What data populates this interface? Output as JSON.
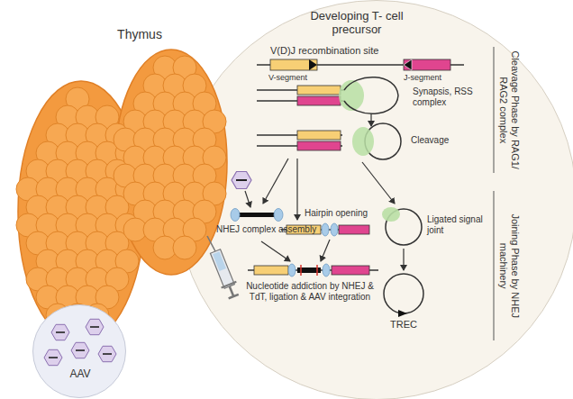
{
  "diagram": {
    "nodes": [
      {
        "text": [
          "AAV"
        ]
      },
      {
        "text": [
          "Developing T- cell precursor"
        ]
      }
    ],
    "labels": [
      "Thymus",
      "V(D)J recombination site",
      "V-segment",
      "J-segment",
      "Synapsis, RSS complex",
      "Cleavage",
      "NHEJ complex assembly",
      "Hairpin opening",
      "Nucleotide addiction by NHEJ & TdT, ligation & AAV integration",
      "Ligated signal joint",
      "TREC",
      "Cleavage Phase by RAG1/ RAG2 complex",
      "Joining Phase by NHEJ machinery"
    ]
  }
}
